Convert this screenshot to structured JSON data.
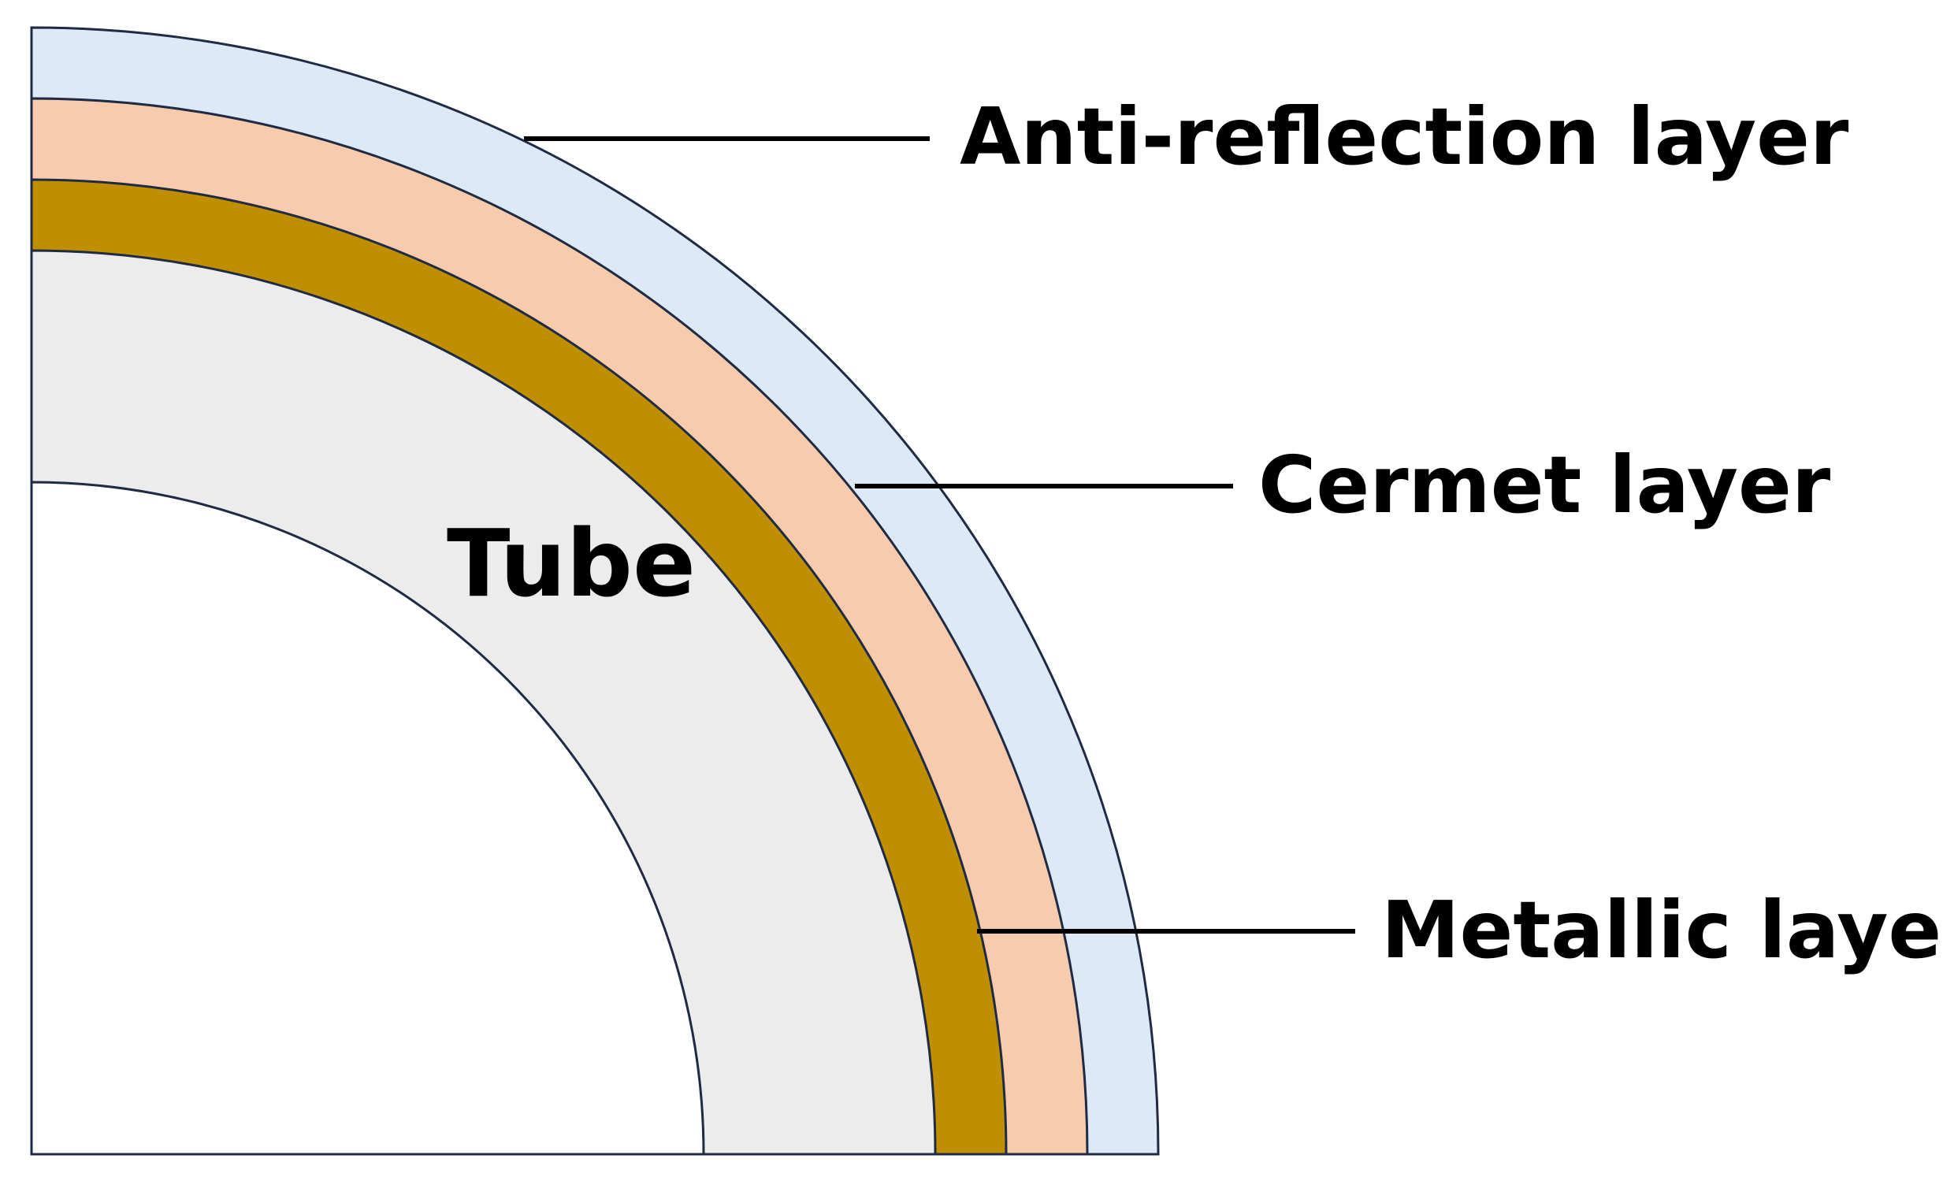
{
  "labels": {
    "anti_reflection": "Anti-reflection layer",
    "cermet": "Cermet layer",
    "metallic": "Metallic layer",
    "tube": "Tube"
  },
  "colors": {
    "anti_reflection": "#dde9f6",
    "cermet": "#f8cbad",
    "metallic": "#bf8f00",
    "tube": "#ececec",
    "bore": "#ffffff",
    "outline": "#1f2a44",
    "leader": "#000000"
  }
}
